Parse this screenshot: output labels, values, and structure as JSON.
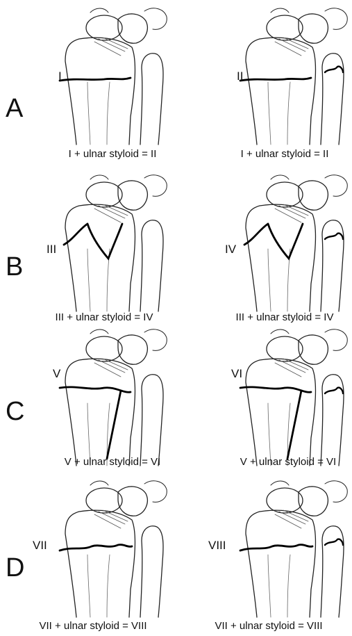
{
  "rows": [
    {
      "letter": "A",
      "panels": [
        {
          "numeral": "I",
          "caption": "I + ulnar styloid = II",
          "ulnar_fracture": false,
          "fracture": "transverse"
        },
        {
          "numeral": "II",
          "caption": "I + ulnar styloid = II",
          "ulnar_fracture": true,
          "fracture": "transverse"
        }
      ]
    },
    {
      "letter": "B",
      "panels": [
        {
          "numeral": "III",
          "caption": "III + ulnar styloid = IV",
          "ulnar_fracture": false,
          "fracture": "radiocarpal"
        },
        {
          "numeral": "IV",
          "caption": "III + ulnar styloid = IV",
          "ulnar_fracture": true,
          "fracture": "radiocarpal"
        }
      ]
    },
    {
      "letter": "C",
      "panels": [
        {
          "numeral": "V",
          "caption": "V + ulnar styloid = VI",
          "ulnar_fracture": false,
          "fracture": "radioulnar"
        },
        {
          "numeral": "VI",
          "caption": "V + ulnar styloid = VI",
          "ulnar_fracture": true,
          "fracture": "radioulnar"
        }
      ]
    },
    {
      "letter": "D",
      "panels": [
        {
          "numeral": "VII",
          "caption": "VII + ulnar styloid = VIII",
          "ulnar_fracture": false,
          "fracture": "comminuted"
        },
        {
          "numeral": "VIII",
          "caption": "VII + ulnar styloid = VIII",
          "ulnar_fracture": true,
          "fracture": "comminuted"
        }
      ]
    }
  ]
}
